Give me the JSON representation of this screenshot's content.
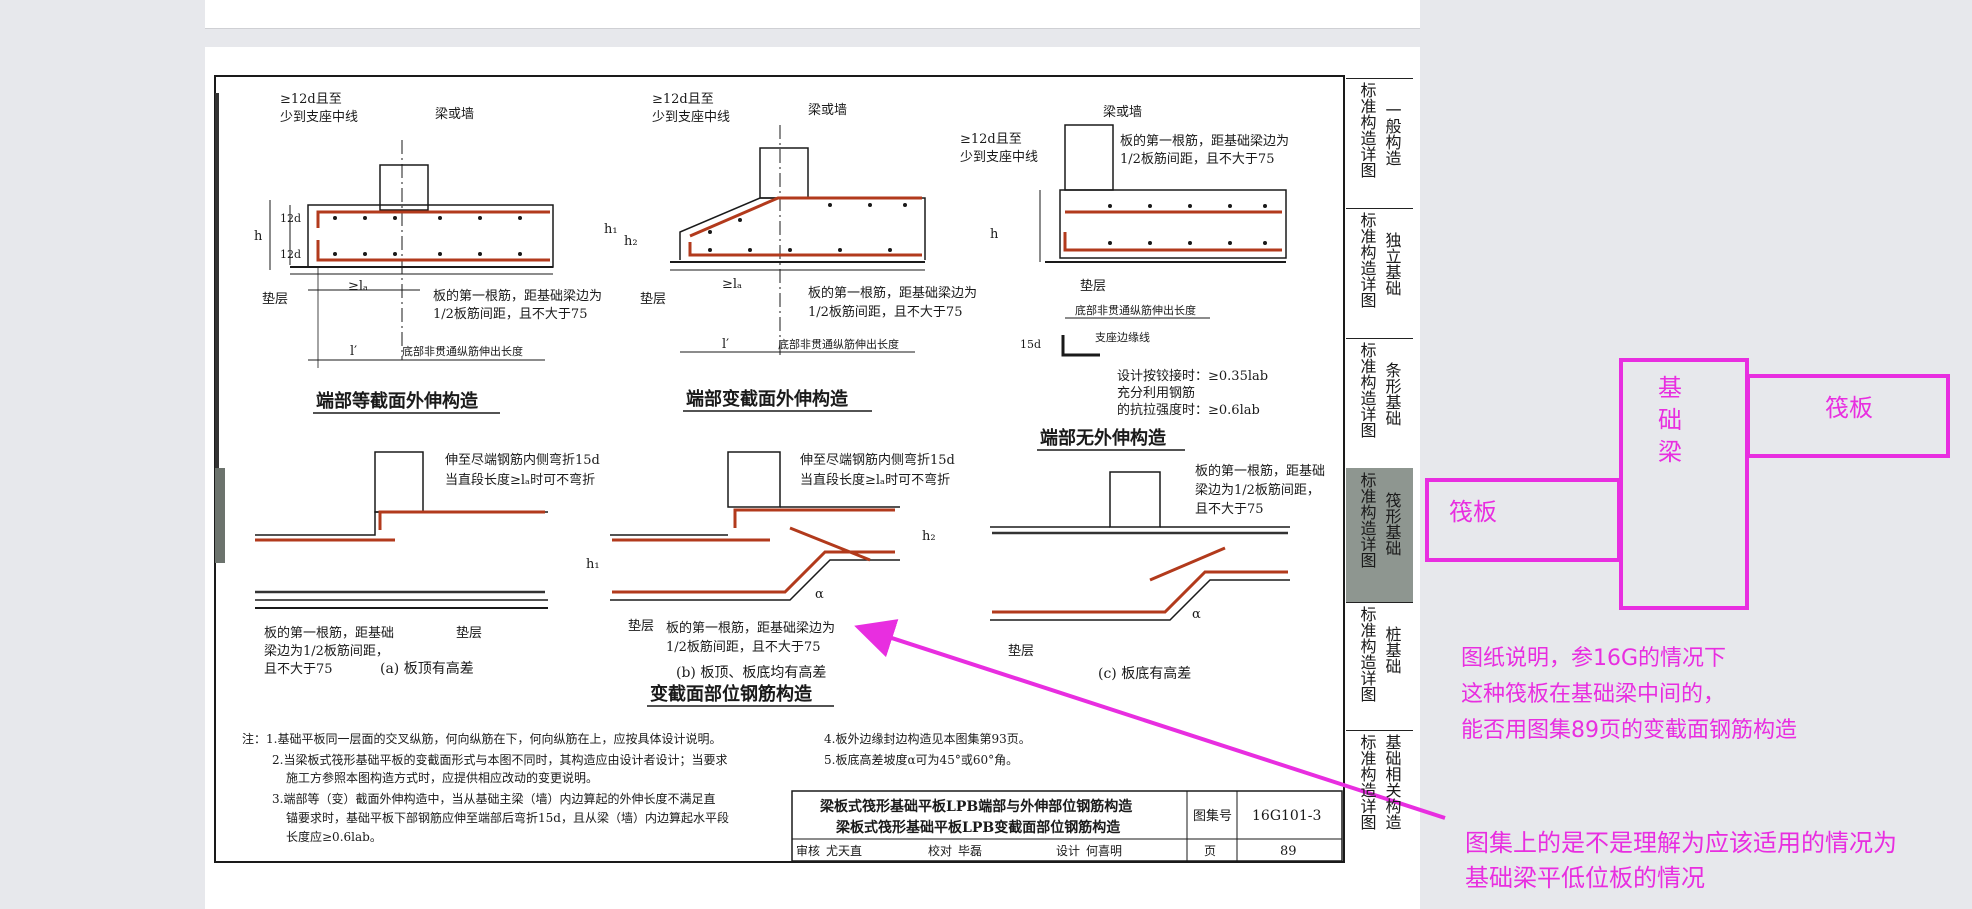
{
  "sheet": {
    "titles": {
      "equal_section": "端部等截面外伸构造",
      "variable_section": "端部变截面外伸构造",
      "no_extension": "端部无外伸构造",
      "variable_section_rebar": "变截面部位钢筋构造"
    },
    "labels": {
      "beam_or_wall": "梁或墙",
      "ge12d_1": "≥12d且至",
      "ge12d_2": "少到支座中线",
      "cushion": "垫层",
      "first_bar_1": "板的第一根筋，距基础梁边为",
      "first_bar_2": "1/2板筋间距，且不大于75",
      "bottom_extend": "底部非贯通纵筋伸出长度",
      "l_prime": "l′",
      "la_mark": "≥lₐ",
      "h": "h",
      "h1": "h₁",
      "h2": "h₂",
      "d12": "12d",
      "d15": "15d",
      "support_edge": "支座边缘线",
      "design_hinge": "设计按铰接时：≥0.35lab",
      "full_use_1": "充分利用钢筋",
      "full_use_2": "的抗拉强度时：≥0.6lab",
      "bend_15d_1": "伸至尽端钢筋内侧弯折15d",
      "bend_15d_2": "当直段长度≥lₐ时可不弯折",
      "first_bar_b1": "板的第一根筋，距基础",
      "first_bar_b2": "梁边为1/2板筋间距，",
      "first_bar_b3": "且不大于75",
      "first_bar_c1": "板的第一根筋，距基础",
      "first_bar_c2": "梁边为1/2板筋间距，",
      "first_bar_c3": "且不大于75",
      "first_bar_d1": "板的第一根筋，距基础梁边为",
      "first_bar_d2": "1/2板筋间距，且不大于75",
      "case_a": "(a)  板顶有高差",
      "case_b": "(b)  板顶、板底均有高差",
      "case_c": "(c)  板底有高差",
      "alpha": "α",
      "la": "lₐ"
    },
    "notes": [
      "注：1.基础平板同一层面的交叉纵筋，何向纵筋在下，何向纵筋在上，应按具体设计说明。",
      "2.当梁板式筏形基础平板的变截面形式与本图不同时，其构造应由设计者设计；当要求",
      "施工方参照本图构造方式时，应提供相应改动的变更说明。",
      "3.端部等（变）截面外伸构造中，当从基础主梁（墙）内边算起的外伸长度不满足直",
      "锚要求时，基础平板下部钢筋应伸至端部后弯折15d，且从梁（墙）内边算起水平段",
      "长度应≥0.6lab。",
      "4.板外边缘封边构造见本图集第93页。",
      "5.板底高差坡度α可为45°或60°角。"
    ],
    "title_block": {
      "line1": "梁板式筏形基础平板LPB端部与外伸部位钢筋构造",
      "line2": "梁板式筏形基础平板LPB变截面部位钢筋构造",
      "atlas_label": "图集号",
      "atlas_no": "16G101-3",
      "review_label": "审核",
      "review_name": "尤天直",
      "check_label": "校对",
      "check_name": "毕磊",
      "design_label": "设计",
      "design_name": "何喜明",
      "page_label": "页",
      "page_no": "89"
    }
  },
  "sidebar": {
    "items": [
      {
        "col1": "标准构造详图",
        "col2": "一般构造",
        "active": false
      },
      {
        "col1": "标准构造详图",
        "col2": "独立基础",
        "active": false
      },
      {
        "col1": "标准构造详图",
        "col2": "条形基础",
        "active": false
      },
      {
        "col1": "标准构造详图",
        "col2": "筏形基础",
        "active": true
      },
      {
        "col1": "标准构造详图",
        "col2": "桩基础",
        "active": false
      },
      {
        "col1": "标准构造详图",
        "col2": "基础相关构造",
        "active": false
      }
    ]
  },
  "annotation": {
    "beam_label": "基\n础\n梁",
    "raft_right": "筏板",
    "raft_left": "筏板",
    "question_line1": "图纸说明，参16G的情况下",
    "question_line2": "这种筏板在基础梁中间的，",
    "question_line3": "能否用图集89页的变截面钢筋构造",
    "question2_line1": "图集上的是不是理解为应该适用的情况为",
    "question2_line2": "基础梁平低位板的情况",
    "color": "#e82ee0"
  },
  "colors": {
    "rebar": "#b23a1c",
    "line": "#1a1a1a",
    "sidebar_active": "#8e9690"
  }
}
